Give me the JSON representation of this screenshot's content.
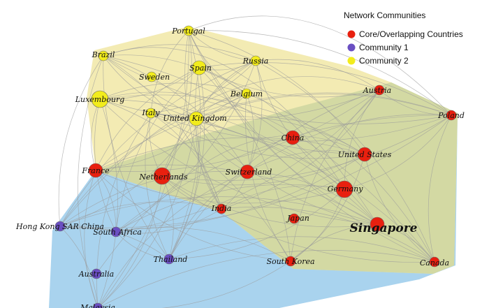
{
  "legend": {
    "title": "Network Communities",
    "items": [
      {
        "label": "Core/Overlapping Countries",
        "color": "#e8200f"
      },
      {
        "label": "Community 1",
        "color": "#6a4fc2"
      },
      {
        "label": "Community 2",
        "color": "#f2ec1c"
      }
    ]
  },
  "colors": {
    "core": "#e8200f",
    "community1": "#6a4fc2",
    "community2": "#f2ec1c",
    "hull_yellow": "#f3ebb3",
    "hull_blue": "#a9d3ee",
    "hull_overlap": "#d3d9a3",
    "edge": "#9b9b9b"
  },
  "nodes": [
    {
      "id": "portugal",
      "label": "Portugal",
      "community": "community2",
      "size": "small"
    },
    {
      "id": "brazil",
      "label": "Brazil",
      "community": "community2",
      "size": "small"
    },
    {
      "id": "spain",
      "label": "Spain",
      "community": "community2",
      "size": "medium"
    },
    {
      "id": "russia",
      "label": "Russia",
      "community": "community2",
      "size": "small"
    },
    {
      "id": "sweden",
      "label": "Sweden",
      "community": "community2",
      "size": "small"
    },
    {
      "id": "belgium",
      "label": "Belgium",
      "community": "community2",
      "size": "small"
    },
    {
      "id": "luxembourg",
      "label": "Luxembourg",
      "community": "community2",
      "size": "large"
    },
    {
      "id": "italy",
      "label": "Italy",
      "community": "community2",
      "size": "small"
    },
    {
      "id": "united_kingdom",
      "label": "United Kingdom",
      "community": "community2",
      "size": "medium"
    },
    {
      "id": "austria",
      "label": "Austria",
      "community": "core",
      "size": "small"
    },
    {
      "id": "poland",
      "label": "Poland",
      "community": "core",
      "size": "small"
    },
    {
      "id": "china",
      "label": "China",
      "community": "core",
      "size": "medium"
    },
    {
      "id": "united_states",
      "label": "United States",
      "community": "core",
      "size": "medium"
    },
    {
      "id": "france",
      "label": "France",
      "community": "core",
      "size": "medium"
    },
    {
      "id": "netherlands",
      "label": "Netherlands",
      "community": "core",
      "size": "large"
    },
    {
      "id": "switzerland",
      "label": "Switzerland",
      "community": "core",
      "size": "medium"
    },
    {
      "id": "germany",
      "label": "Germany",
      "community": "core",
      "size": "large"
    },
    {
      "id": "india",
      "label": "India",
      "community": "core",
      "size": "small"
    },
    {
      "id": "japan",
      "label": "Japan",
      "community": "core",
      "size": "small"
    },
    {
      "id": "singapore",
      "label": "Singapore",
      "community": "core",
      "size": "medium",
      "emphasis": true
    },
    {
      "id": "south_korea",
      "label": "South Korea",
      "community": "core",
      "size": "small"
    },
    {
      "id": "canada",
      "label": "Canada",
      "community": "core",
      "size": "small"
    },
    {
      "id": "hong_kong",
      "label": "Hong Kong SAR China",
      "community": "community1",
      "size": "small"
    },
    {
      "id": "south_africa",
      "label": "South Africa",
      "community": "community1",
      "size": "small"
    },
    {
      "id": "thailand",
      "label": "Thailand",
      "community": "community1",
      "size": "small"
    },
    {
      "id": "australia",
      "label": "Australia",
      "community": "community1",
      "size": "small"
    },
    {
      "id": "malaysia",
      "label": "Malaysia",
      "community": "community1",
      "size": "small"
    }
  ]
}
